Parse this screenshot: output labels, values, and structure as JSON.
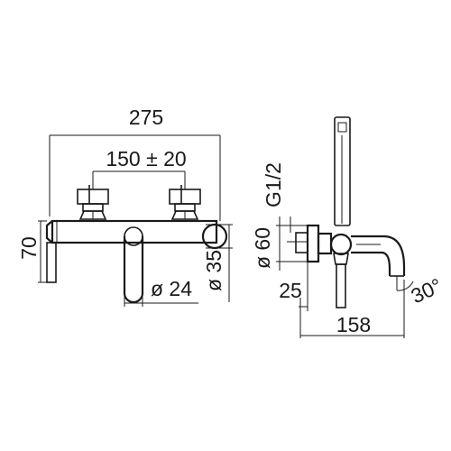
{
  "dimensions": {
    "overall_width": "275",
    "handle_spacing": "150 ± 20",
    "height": "70",
    "spout_diameter": "ø 24",
    "body_diameter": "ø 35",
    "flange_diameter": "ø 60",
    "thread": "G1/2",
    "wall_offset": "25",
    "depth": "158",
    "angle": "30°"
  }
}
